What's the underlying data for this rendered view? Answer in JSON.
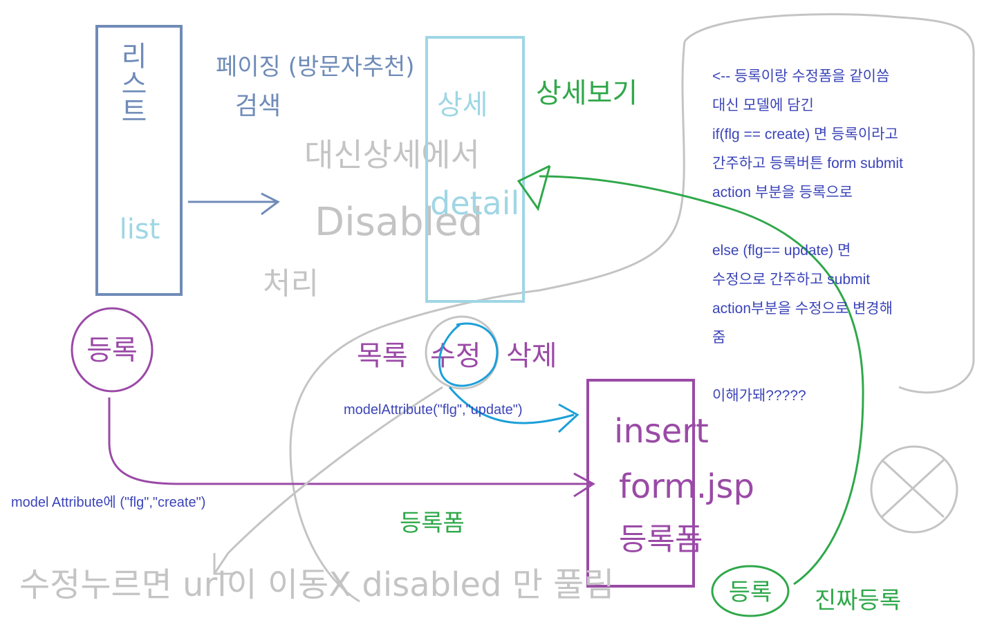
{
  "colors": {
    "steel": "#6f8bb8",
    "light_blue": "#9fd6e4",
    "purple": "#9a4aa6",
    "green": "#2fa84a",
    "gray": "#c4c4c4",
    "note_blue": "#3b44b8",
    "cyan": "#1b9fd8"
  },
  "list_box": {
    "korean": "리스트",
    "english": "list"
  },
  "paging_label": "페이징 (방문자추천)",
  "search_label": "검색",
  "detail_box": {
    "korean": "상세",
    "english": "detail"
  },
  "detail_view_label": "상세보기",
  "disabled_note": {
    "line1": "대신상세에서",
    "line2": "Disabled",
    "line3": "처리"
  },
  "register_circle": "등록",
  "list_edit_delete": {
    "list": "목록",
    "edit": "수정",
    "delete": "삭제"
  },
  "update_attr": "modelAttribute(\"flg\",\"update\")",
  "insert_box": {
    "line1": "insert",
    "line2": "form.jsp",
    "line3": "등록폼"
  },
  "create_attr": "model Attribute에 (\"flg\",\"create\")",
  "register_form_label": "등록폼",
  "bottom_note": "수정누르면 url이 이동X disabled 만 풀림",
  "bottom_register": "등록",
  "real_register": "진짜등록",
  "notes": [
    "<-- 등록이랑 수정폼을 같이씀",
    "대신 모델에 담긴",
    "if(flg == create) 면 등록이라고",
    "간주하고 등록버튼 form submit",
    "action 부분을 등록으로",
    "",
    "else (flg== update) 면",
    "수정으로 간주하고 submit",
    "action부분을 수정으로 변경해",
    "줌",
    "",
    "이해가돼?????"
  ]
}
